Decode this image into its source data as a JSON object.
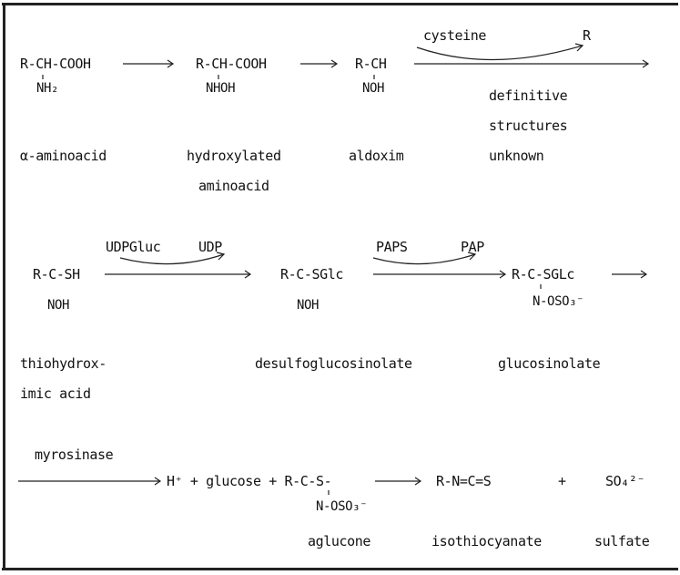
{
  "row1": {
    "aminoacid_top": "R-CH-COOH",
    "aminoacid_sub": "NH₂",
    "hydroxylated_top": "R-CH-COOH",
    "hydroxylated_sub": "NHOH",
    "aldoxim_top": "R-CH",
    "aldoxim_sub": "NOH",
    "cysteine_label": "cysteine",
    "r_label": "R",
    "definitive_line1": "definitive",
    "definitive_line2": "structures",
    "definitive_line3": "unknown",
    "label_aminoacid": "α-aminoacid",
    "label_hydroxylated_1": "hydroxylated",
    "label_hydroxylated_2": "aminoacid",
    "label_aldoxim": "aldoxim"
  },
  "row2": {
    "udpgluc": "UDPGluc",
    "udp": "UDP",
    "paps": "PAPS",
    "pap": "PAP",
    "thio_top": "R-C-SH",
    "thio_sub": "NOH",
    "desulfo_top": "R-C-SGlc",
    "desulfo_sub": "NOH",
    "gluco_top": "R-C-SGLc",
    "gluco_sub": "N-OSO₃⁻",
    "label_thio_1": "thiohydrox-",
    "label_thio_2": "imic acid",
    "label_desulfo": "desulfoglucosinolate",
    "label_gluco": "glucosinolate"
  },
  "row3": {
    "myrosinase": "myrosinase",
    "products": "H⁺ + glucose + R-C-S-",
    "aglucone_sub": "N-OSO₃⁻",
    "isothiocyanate_formula": "R-N=C=S",
    "plus": "+",
    "sulfate_formula": "SO₄²⁻",
    "label_aglucone": "aglucone",
    "label_isothiocyanate": "isothiocyanate",
    "label_sulfate": "sulfate"
  }
}
